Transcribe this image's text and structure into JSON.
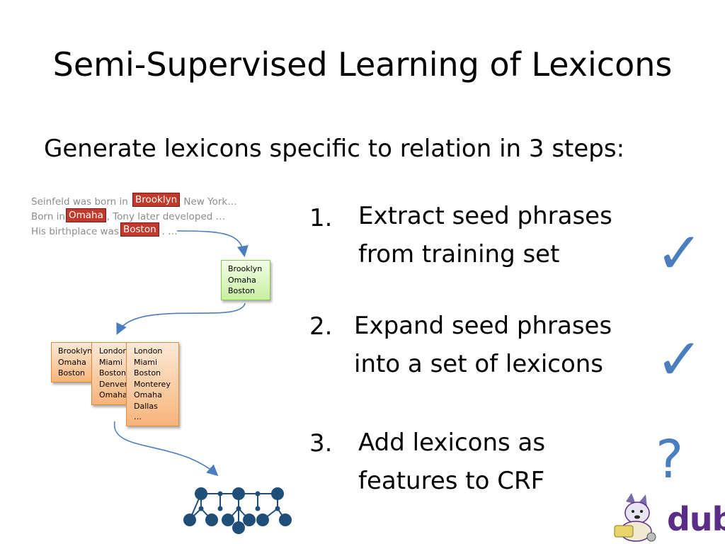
{
  "slide": {
    "title": "Semi-Supervised Learning of Lexicons",
    "subtitle": "Generate lexicons specific to relation in 3 steps:"
  },
  "sentences": [
    {
      "before": "Seinfeld was born in",
      "highlight": "Brooklyn",
      "after": "New York…"
    },
    {
      "before": "Born in",
      "highlight": "Omaha",
      "after": ", Tony later developed …"
    },
    {
      "before": "His birthplace was",
      "highlight": "Boston",
      "after": ". …"
    }
  ],
  "seed_list": [
    "Brooklyn",
    "Omaha",
    "Boston"
  ],
  "lexicons": [
    [
      "Brooklyn",
      "Omaha",
      "Boston"
    ],
    [
      "London",
      "Miami",
      "Boston",
      "Denver",
      "Omaha"
    ],
    [
      "London",
      "Miami",
      "Boston",
      "Monterey",
      "Omaha",
      "Dallas",
      "…"
    ]
  ],
  "steps": [
    {
      "number": "1.",
      "line1": "Extract seed phrases",
      "line2": "from training set",
      "status": "✓"
    },
    {
      "number": "2.",
      "line1": "Expand seed phrases",
      "line2": "into a set of lexicons",
      "status": "✓"
    },
    {
      "number": "3.",
      "line1": "Add lexicons as",
      "line2": "features to CRF",
      "status": "?"
    }
  ],
  "logo": {
    "text": "dub",
    "mascot": "husky-mascot-icon"
  },
  "colors": {
    "accent_blue": "#4a7ebf",
    "highlight_red": "#c0392b",
    "seed_green": "#c7ef9e",
    "lexicon_orange": "#f7b47a",
    "logo_purple": "#5b2d86"
  }
}
